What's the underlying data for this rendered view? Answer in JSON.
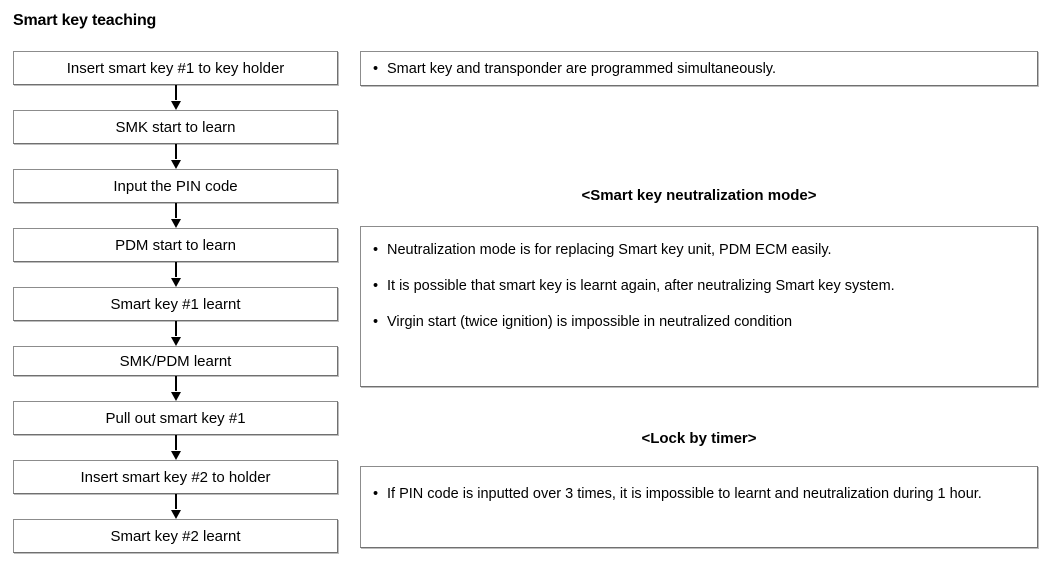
{
  "page": {
    "title": "Smart key teaching"
  },
  "flow": {
    "steps": [
      {
        "label": "Insert smart key #1 to key holder",
        "height": 34
      },
      {
        "label": "SMK start to learn",
        "height": 34
      },
      {
        "label": "Input the PIN code",
        "height": 34
      },
      {
        "label": "PDM start to learn",
        "height": 34
      },
      {
        "label": "Smart key #1 learnt",
        "height": 34
      },
      {
        "label": "SMK/PDM learnt",
        "height": 30
      },
      {
        "label": "Pull out smart key #1",
        "height": 34
      },
      {
        "label": "Insert smart key #2 to holder",
        "height": 34
      },
      {
        "label": "Smart key #2 learnt",
        "height": 34
      }
    ],
    "connector_icon": "arrow-down-icon",
    "connector_height": 25
  },
  "notes": {
    "top": {
      "items": [
        "Smart key and transponder are programmed simultaneously."
      ]
    },
    "neutralization": {
      "heading": "<Smart key neutralization mode>",
      "items": [
        "Neutralization mode is for replacing Smart key unit, PDM ECM easily.",
        "It is possible that smart key is learnt again, after neutralizing Smart key system.",
        "Virgin start (twice ignition) is impossible in neutralized condition"
      ]
    },
    "lock": {
      "heading": "<Lock by timer>",
      "items": [
        "If PIN code is inputted over 3 times, it is impossible to learnt and neutralization during 1 hour."
      ]
    }
  },
  "colors": {
    "background": "#ffffff",
    "text": "#000000",
    "border": "#8c8c8c",
    "shadow": "#bdbdbd"
  }
}
